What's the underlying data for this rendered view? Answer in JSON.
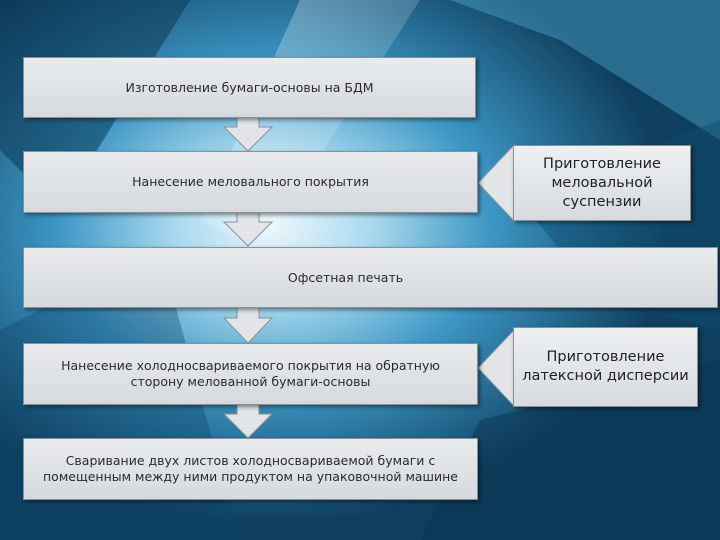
{
  "flow": {
    "step1": "Изготовление бумаги-основы на БДМ",
    "step2": "Нанесение меловального покрытия",
    "step3": "Офсетная печать",
    "step4_line1": "Нанесение холодносвариваемого покрытия на обратную",
    "step4_line2": "сторону мелованной бумаги-основы",
    "step5_line1": "Сваривание двух листов холодносвариваемой бумаги с",
    "step5_line2": "помещенным между ними продуктом на упаковочной машине"
  },
  "side": {
    "prep1_line1": "Приготовление",
    "prep1_line2": "меловальной",
    "prep1_line3": "суспензии",
    "prep2_line1": "Приготовление",
    "prep2_line2": "латексной дисперсии"
  },
  "colors": {
    "box_fill": "#e3e5e8",
    "box_border": "#8a9096",
    "background": "#1d5f86"
  }
}
